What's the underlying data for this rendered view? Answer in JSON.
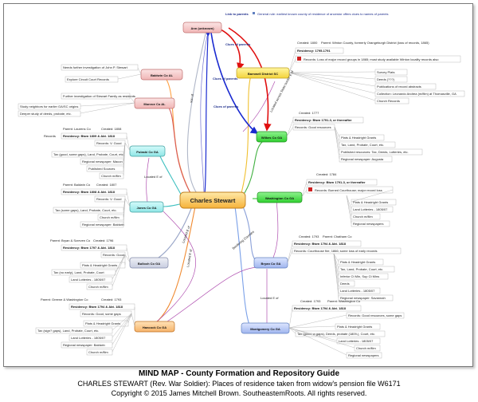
{
  "center": "Charles Stewart",
  "link_to_parents": "Link to parents",
  "general_rule": "General rule: earliest known county of residence of ancestor offers clues to names of parents",
  "parents": {
    "title": "Ann (unknown)",
    "clues": [
      "Clues of parents",
      "Clues of parents",
      "Clues of parents"
    ]
  },
  "relations": {
    "son_of": "son of",
    "located_across": "Located across State border E of",
    "located_e_of_1": "Located E of",
    "located_e_of_2": "Located E of",
    "located_e_of_3": "Located E of",
    "bordering": "Bordering Counties"
  },
  "counties": {
    "baldwin_al": {
      "title": "Baldwin Co AL",
      "notes": [
        "Needs further investigation of John P. Stewart",
        "Explore Circuit Court Records"
      ]
    },
    "monroe_al": {
      "title": "Monroe Co AL",
      "notes": [
        "Further investigation of Stewart Family as residents",
        "Study neighbors for earlier GA/SC origins",
        "Deeper study of deeds, probate, etc."
      ]
    },
    "barnwell": {
      "title": "Barnwell District SC",
      "created": "Created: 1800",
      "parent": "Parent: Winton County, formerly Orangeburgh District (loss of records, 1865)",
      "residency": "Residency: 1795-1791",
      "records_note": "Records: Loss of major record groups in 1865; must study available Winton locality records also",
      "records": [
        "Survey Plats",
        "Deeds (???)",
        "Publications of record abstracts",
        "Collection: Leonardo Andrea (m/film) at Thomasville, GA",
        "Church Records"
      ]
    },
    "wilkes": {
      "title": "Wilkes Co GA",
      "created": "Created: 1777",
      "residency": "Residency: Btwn 1791-3, or thereafter",
      "records_note": "Records: Good resources",
      "records": [
        "Plats & Headright Grants",
        "Tax, Land, Probate, Court, etc.",
        "Published resources: Tax, Deeds, Lotteries, etc.",
        "Regional newspaper: Augusta"
      ]
    },
    "pulaski": {
      "title": "Pulaski Co GA",
      "parent": "Parent: Laurens Co",
      "created": "Created: 1808",
      "records_label": "Records",
      "residency": "Residency: Btwn 1809 & Abt. 1818",
      "records_note": "Records: V. Good",
      "records": [
        "Tax (good, some gaps), Land, Probate, Court, etc.",
        "Regional newspaper: Macon",
        "Published Sources",
        "Church m/film"
      ]
    },
    "washington": {
      "title": "Washington Co GA",
      "created": "Created: 1784",
      "residency": "Residency: Btwn 1791-3, or thereafter",
      "records_note": "Records: Burned Courthouse; major record loss",
      "records": [
        "Plats & Headright Grants",
        "Land Lotteries - 1805/07",
        "Church m/film",
        "Regional newspapers"
      ]
    },
    "jones": {
      "title": "Jones Co GA",
      "parent": "Parent: Baldwin Co",
      "created": "Created: 1807",
      "residency": "Residency: Btwn 1808 & Abt. 1818",
      "records_note": "Records: V. Good",
      "records": [
        "Tax (some gaps), Land, Probate, Court, etc.",
        "Church m/film",
        "Regional newspaper: Baldwin"
      ]
    },
    "bulloch": {
      "title": "Bulloch Co GA",
      "parent": "Parent: Bryan & Screven Co",
      "created": "Created: 1796",
      "residency": "Residency: Btwn 1797 & Abt. 1818",
      "records_note": "Records: Good",
      "records": [
        "Plats & Headright Grants",
        "Tax (no early), Land, Probate, Court",
        "Land Lotteries - 1805/07",
        "Church m/film"
      ]
    },
    "bryan": {
      "title": "Bryan Co GA",
      "created": "Created: 1793",
      "parent": "Parent: Chatham Co",
      "residency": "Residency: Btwn 1794 & Abt. 1818",
      "records_note": "Records: Courthouse fire, 1866; some loss of early records",
      "records": [
        "Plats & Headright Grants",
        "Tax, Land, Probate, Court, etc.",
        "Inferior Ct Min, Sup Ct Mins",
        "Deeds",
        "Land Lotteries - 1805/07",
        "Regional newspaper: Savannah"
      ]
    },
    "hancock": {
      "title": "Hancock Co GA",
      "parent": "Parent: Greene & Washington Co",
      "created": "Created: 1793",
      "residency": "Residency: Btwn 1794 & Abt. 1818",
      "records_note": "Records: Good, some gaps",
      "records": [
        "Plats & Headright Grants",
        "Tax (sign? gaps), Land, Probate, Court, etc.",
        "Land Lotteries - 1805/07",
        "Regional newspaper: Baldwin",
        "Church m/film"
      ]
    },
    "montgomery": {
      "title": "Montgomery Co GA",
      "created": "Created: 1793",
      "parent": "Parent: Washington Co",
      "residency": "Residency: Btwn 1794 & Abt. 1818",
      "records_note": "Records: Good resources, some gaps",
      "records": [
        "Plats & Headright Grants",
        "Tax (good, w gaps), Deeds, probate (1809-), Court, etc.",
        "Land Lotteries - 1805/07",
        "Church m/film",
        "Regional newspapers"
      ]
    }
  },
  "caption": {
    "line1": "MIND MAP - County Formation and Repository Guide",
    "line2": "CHARLES STEWART (Rev. War Soldier): Places of residence taken from widow's pension file W6171",
    "line3": "Copyright © 2015 James Mitchell Brown. SoutheastemRoots. All rights reserved."
  }
}
